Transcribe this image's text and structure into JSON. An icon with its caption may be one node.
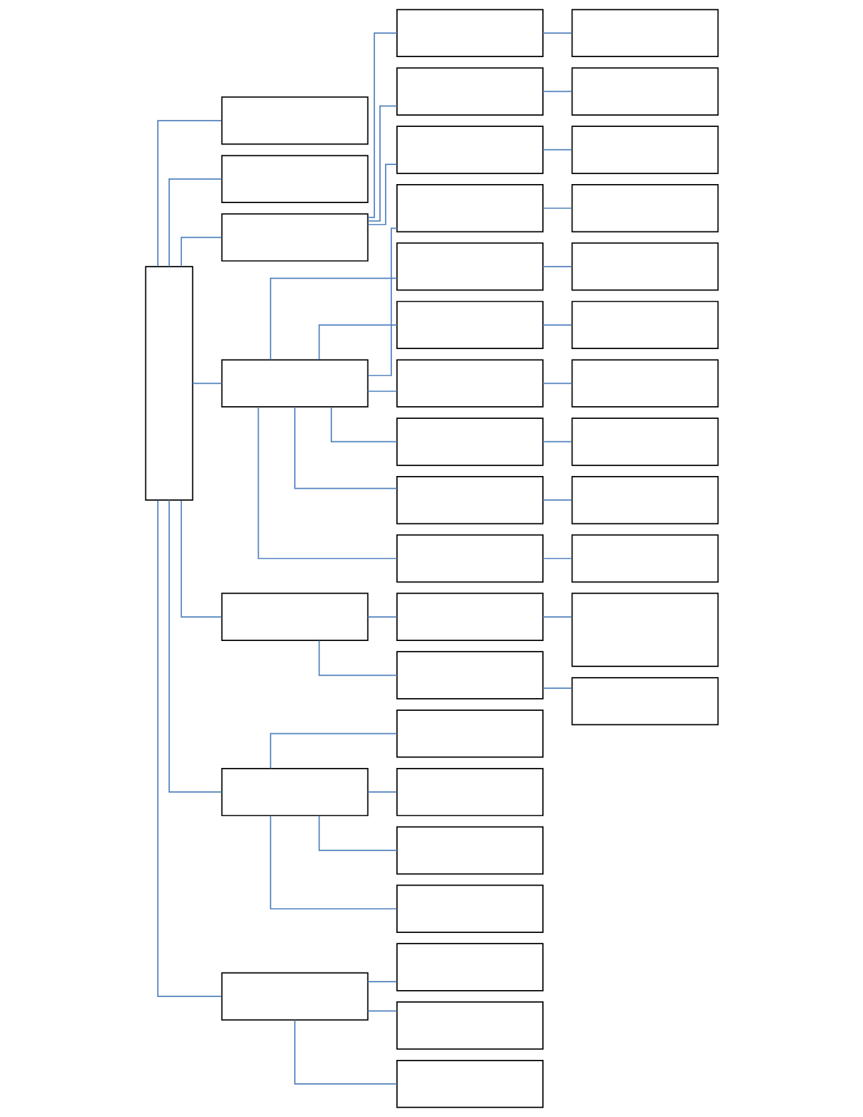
{
  "diagram": {
    "nodes": [
      {
        "text": [],
        "shape": "box"
      },
      {
        "text": [],
        "shape": "box"
      },
      {
        "text": [],
        "shape": "box"
      },
      {
        "text": [],
        "shape": "box"
      },
      {
        "text": [],
        "shape": "box"
      },
      {
        "text": [],
        "shape": "box"
      },
      {
        "text": [],
        "shape": "box"
      },
      {
        "text": [],
        "shape": "box"
      },
      {
        "text": [],
        "shape": "box"
      },
      {
        "text": [],
        "shape": "box"
      },
      {
        "text": [],
        "shape": "box"
      },
      {
        "text": [],
        "shape": "box"
      },
      {
        "text": [],
        "shape": "box"
      },
      {
        "text": [],
        "shape": "box"
      },
      {
        "text": [],
        "shape": "box"
      },
      {
        "text": [],
        "shape": "box"
      },
      {
        "text": [],
        "shape": "box"
      },
      {
        "text": [],
        "shape": "box"
      },
      {
        "text": [],
        "shape": "box"
      },
      {
        "text": [],
        "shape": "box"
      },
      {
        "text": [],
        "shape": "box"
      },
      {
        "text": [],
        "shape": "box"
      },
      {
        "text": [],
        "shape": "box"
      },
      {
        "text": [],
        "shape": "box"
      },
      {
        "text": [],
        "shape": "box"
      },
      {
        "text": [],
        "shape": "box"
      },
      {
        "text": [],
        "shape": "box"
      },
      {
        "text": [],
        "shape": "box"
      },
      {
        "text": [],
        "shape": "box"
      },
      {
        "text": [],
        "shape": "box"
      },
      {
        "text": [],
        "shape": "box"
      },
      {
        "text": [],
        "shape": "box"
      },
      {
        "text": [],
        "shape": "box"
      },
      {
        "text": [],
        "shape": "box"
      },
      {
        "text": [],
        "shape": "box"
      },
      {
        "text": [],
        "shape": "box"
      },
      {
        "text": [],
        "shape": "box"
      },
      {
        "text": [],
        "shape": "box"
      },
      {
        "text": [],
        "shape": "box"
      }
    ],
    "edges": [
      {
        "from": 0,
        "to": 1,
        "arrow": "none"
      },
      {
        "from": 0,
        "to": 2,
        "arrow": "none"
      },
      {
        "from": 0,
        "to": 3,
        "arrow": "none"
      },
      {
        "from": 0,
        "to": 4,
        "arrow": "none"
      },
      {
        "from": 0,
        "to": 5,
        "arrow": "none"
      },
      {
        "from": 0,
        "to": 6,
        "arrow": "none"
      },
      {
        "from": 0,
        "to": 7,
        "arrow": "none"
      },
      {
        "from": 3,
        "to": 8,
        "arrow": "none"
      },
      {
        "from": 3,
        "to": 9,
        "arrow": "none"
      },
      {
        "from": 3,
        "to": 10,
        "arrow": "none"
      },
      {
        "from": 4,
        "to": 11,
        "arrow": "none"
      },
      {
        "from": 4,
        "to": 12,
        "arrow": "none"
      },
      {
        "from": 4,
        "to": 13,
        "arrow": "none"
      },
      {
        "from": 4,
        "to": 14,
        "arrow": "none"
      },
      {
        "from": 4,
        "to": 15,
        "arrow": "none"
      },
      {
        "from": 4,
        "to": 16,
        "arrow": "none"
      },
      {
        "from": 4,
        "to": 17,
        "arrow": "none"
      },
      {
        "from": 5,
        "to": 18,
        "arrow": "none"
      },
      {
        "from": 5,
        "to": 19,
        "arrow": "none"
      },
      {
        "from": 6,
        "to": 20,
        "arrow": "none"
      },
      {
        "from": 6,
        "to": 21,
        "arrow": "none"
      },
      {
        "from": 6,
        "to": 22,
        "arrow": "none"
      },
      {
        "from": 6,
        "to": 23,
        "arrow": "none"
      },
      {
        "from": 7,
        "to": 24,
        "arrow": "none"
      },
      {
        "from": 7,
        "to": 25,
        "arrow": "none"
      },
      {
        "from": 7,
        "to": 26,
        "arrow": "none"
      },
      {
        "from": 8,
        "to": 27,
        "arrow": "none"
      },
      {
        "from": 9,
        "to": 28,
        "arrow": "none"
      },
      {
        "from": 10,
        "to": 29,
        "arrow": "none"
      },
      {
        "from": 11,
        "to": 30,
        "arrow": "none"
      },
      {
        "from": 12,
        "to": 31,
        "arrow": "none"
      },
      {
        "from": 13,
        "to": 32,
        "arrow": "none"
      },
      {
        "from": 14,
        "to": 33,
        "arrow": "none"
      },
      {
        "from": 15,
        "to": 34,
        "arrow": "none"
      },
      {
        "from": 16,
        "to": 35,
        "arrow": "none"
      },
      {
        "from": 17,
        "to": 36,
        "arrow": "none"
      },
      {
        "from": 18,
        "to": 37,
        "arrow": "none"
      },
      {
        "from": 19,
        "to": 38,
        "arrow": "none"
      }
    ]
  }
}
